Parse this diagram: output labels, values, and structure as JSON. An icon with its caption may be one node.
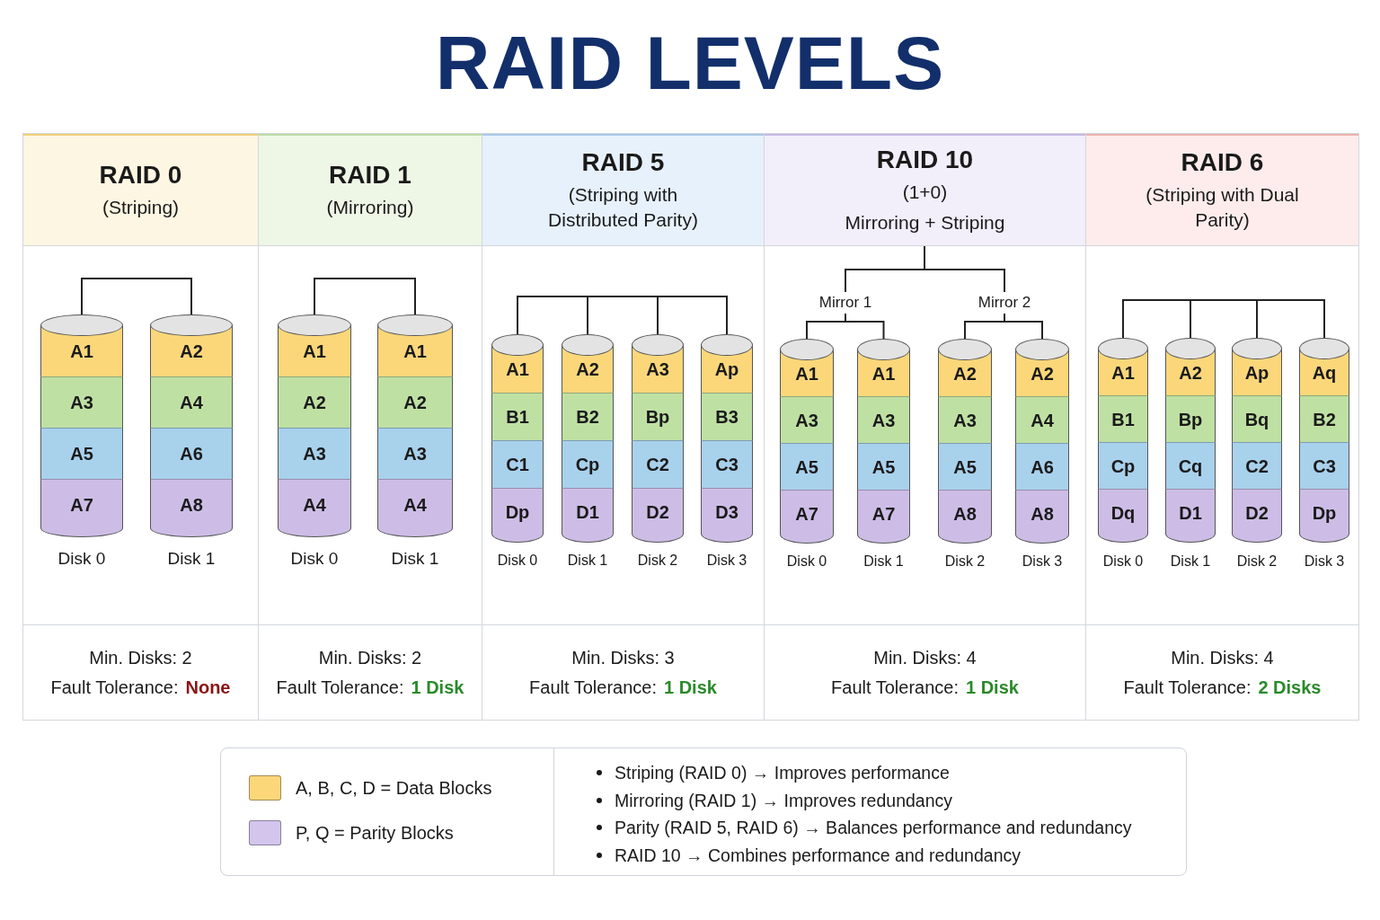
{
  "diagram": {
    "title": "RAID LEVELS",
    "nodes": [
      {
        "text": [
          "RAID 0",
          "(Striping)"
        ]
      },
      {
        "text": [
          "A1",
          "A3",
          "A5",
          "A7"
        ],
        "beside": [
          "Disk 0"
        ],
        "in": 0
      },
      {
        "text": [
          "A2",
          "A4",
          "A6",
          "A8"
        ],
        "beside": [
          "Disk 1"
        ],
        "in": 0
      },
      {
        "text": [
          "Min. Disks: 2",
          "Fault Tolerance:",
          "None"
        ],
        "in": 0
      },
      {
        "text": [
          "RAID 1",
          "(Mirroring)"
        ]
      },
      {
        "text": [
          "A1",
          "A2",
          "A3",
          "A4"
        ],
        "beside": [
          "Disk 0"
        ],
        "in": 4
      },
      {
        "text": [
          "A1",
          "A2",
          "A3",
          "A4"
        ],
        "beside": [
          "Disk 1"
        ],
        "in": 4
      },
      {
        "text": [
          "Min. Disks: 2",
          "Fault Tolerance:",
          "1 Disk"
        ],
        "in": 4
      },
      {
        "text": [
          "RAID 5",
          "(Striping with Distributed Parity)"
        ]
      },
      {
        "text": [
          "A1",
          "B1",
          "C1",
          "Dp"
        ],
        "beside": [
          "Disk 0"
        ],
        "in": 8
      },
      {
        "text": [
          "A2",
          "B2",
          "Cp",
          "D1"
        ],
        "beside": [
          "Disk 1"
        ],
        "in": 8
      },
      {
        "text": [
          "A3",
          "Bp",
          "C2",
          "D2"
        ],
        "beside": [
          "Disk 2"
        ],
        "in": 8
      },
      {
        "text": [
          "Ap",
          "B3",
          "C3",
          "D3"
        ],
        "beside": [
          "Disk 3"
        ],
        "in": 8
      },
      {
        "text": [
          "Min. Disks: 3",
          "Fault Tolerance:",
          "1 Disk"
        ],
        "in": 8
      },
      {
        "text": [
          "RAID 10",
          "(1+0)",
          "Mirroring + Striping"
        ]
      },
      {
        "text": [
          "Mirror 1"
        ],
        "in": 14
      },
      {
        "text": [
          "Mirror 2"
        ],
        "in": 14
      },
      {
        "text": [
          "A1",
          "A3",
          "A5",
          "A7"
        ],
        "beside": [
          "Disk 0"
        ],
        "in": 14
      },
      {
        "text": [
          "A1",
          "A3",
          "A5",
          "A7"
        ],
        "beside": [
          "Disk 1"
        ],
        "in": 14
      },
      {
        "text": [
          "A2",
          "A3",
          "A5",
          "A8"
        ],
        "beside": [
          "Disk 2"
        ],
        "in": 14
      },
      {
        "text": [
          "A2",
          "A4",
          "A6",
          "A8"
        ],
        "beside": [
          "Disk 3"
        ],
        "in": 14
      },
      {
        "text": [
          "Min. Disks: 4",
          "Fault Tolerance:",
          "1 Disk"
        ],
        "in": 14
      },
      {
        "text": [
          "RAID 6",
          "(Striping with Dual Parity)"
        ]
      },
      {
        "text": [
          "A1",
          "B1",
          "Cp",
          "Dq"
        ],
        "beside": [
          "Disk 0"
        ],
        "in": 22
      },
      {
        "text": [
          "A2",
          "Bp",
          "Cq",
          "D1"
        ],
        "beside": [
          "Disk 1"
        ],
        "in": 22
      },
      {
        "text": [
          "Ap",
          "Bq",
          "C2",
          "D2"
        ],
        "beside": [
          "Disk 2"
        ],
        "in": 22
      },
      {
        "text": [
          "Aq",
          "B2",
          "C3",
          "Dp"
        ],
        "beside": [
          "Disk 3"
        ],
        "in": 22
      },
      {
        "text": [
          "Min. Disks: 4",
          "Fault Tolerance:",
          "2 Disks"
        ],
        "in": 22
      }
    ],
    "edges": [
      {
        "from": 1,
        "to": 2,
        "arrow": "none"
      },
      {
        "from": 5,
        "to": 6,
        "arrow": "none"
      },
      {
        "from": 9,
        "to": 10,
        "arrow": "none"
      },
      {
        "from": 10,
        "to": 11,
        "arrow": "none"
      },
      {
        "from": 11,
        "to": 12,
        "arrow": "none"
      },
      {
        "from": null,
        "to": 15,
        "arrow": "none"
      },
      {
        "from": null,
        "to": 16,
        "arrow": "none"
      },
      {
        "from": 15,
        "to": 17,
        "arrow": "none"
      },
      {
        "from": 15,
        "to": 18,
        "arrow": "none"
      },
      {
        "from": 16,
        "to": 19,
        "arrow": "none"
      },
      {
        "from": 16,
        "to": 20,
        "arrow": "none"
      },
      {
        "from": 23,
        "to": 24,
        "arrow": "none"
      },
      {
        "from": 24,
        "to": 25,
        "arrow": "none"
      },
      {
        "from": 25,
        "to": 26,
        "arrow": "none"
      }
    ],
    "labels": [
      "Striping (RAID 0) → Improves performance",
      "Mirroring (RAID 1) → Improves redundancy",
      "Parity (RAID 5, RAID 6) → Balances performance and redundancy",
      "RAID 10 → Combines performance and redundancy"
    ],
    "legend": [
      {
        "text": "A, B, C, D = Data Blocks",
        "color": "#fbd77a"
      },
      {
        "text": "P, Q = Parity Blocks",
        "color": "#d3c5ec"
      }
    ]
  }
}
